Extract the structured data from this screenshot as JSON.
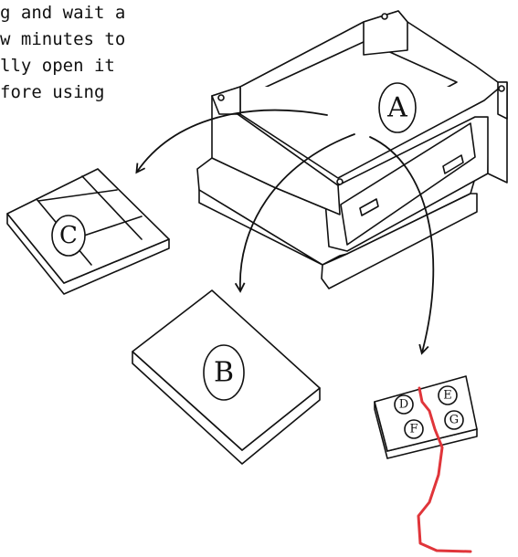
{
  "instructions": {
    "lines": [
      "g and wait a",
      "w minutes to",
      "lly open it",
      "fore using"
    ]
  },
  "parts": {
    "a": "A",
    "b": "B",
    "c": "C",
    "d": "D",
    "e": "E",
    "f": "F",
    "g": "G"
  },
  "colors": {
    "line": "#111111",
    "cable": "#e0353a",
    "background": "#ffffff"
  }
}
